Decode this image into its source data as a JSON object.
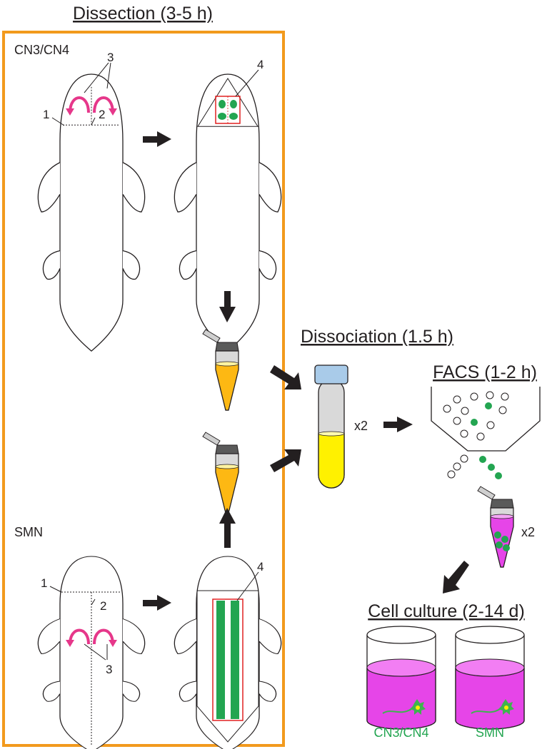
{
  "sections": {
    "dissection": "Dissection (3-5 h)",
    "dissociation": "Dissociation (1.5 h)",
    "facs": "FACS (1-2 h)",
    "culture": "Cell culture (2-14 d)"
  },
  "labels": {
    "cn3_cn4": "CN3/CN4",
    "smn": "SMN",
    "multiplier_tube": "x2",
    "multiplier_facs": "x2"
  },
  "step_numbers": {
    "cn_line": "1",
    "cn_midline": "2",
    "cn_flaps": "3",
    "cn_region": "4",
    "smn_line": "1",
    "smn_midline": "2",
    "smn_flaps": "3",
    "smn_region": "4"
  },
  "culture_labels": {
    "left": "CN3/CN4",
    "right": "SMN"
  },
  "colors": {
    "box_border": "#f29a1d",
    "magenta_arrow": "#e6378a",
    "gfp_green": "#23a551",
    "tube_orange": "#fdb813",
    "tube_yellow": "#fff100",
    "cap_blue": "#a9cbe9",
    "culture_medium": "#e645e8",
    "arrow_dark": "#231f20"
  }
}
